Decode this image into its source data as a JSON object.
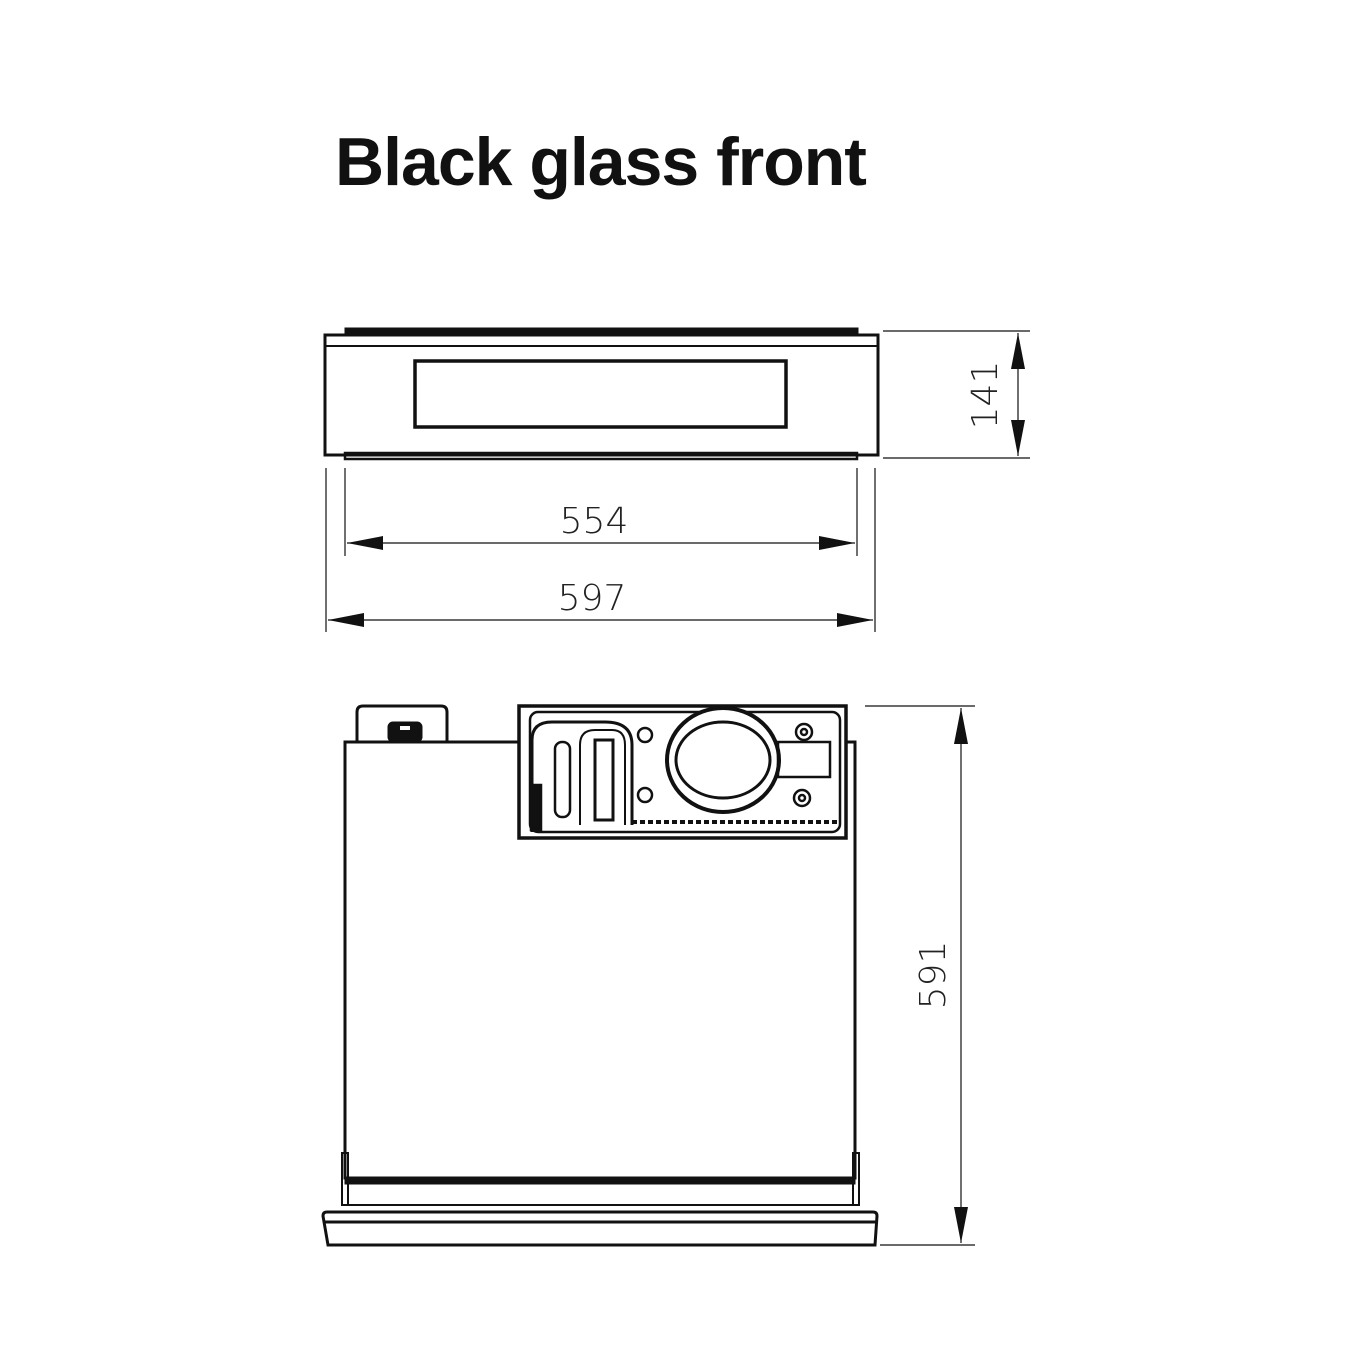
{
  "title": "Black glass front",
  "dimensions": {
    "front_height": "141",
    "inner_width": "554",
    "outer_width": "597",
    "depth": "591"
  },
  "colors": {
    "line": "#111111",
    "background": "#ffffff"
  }
}
